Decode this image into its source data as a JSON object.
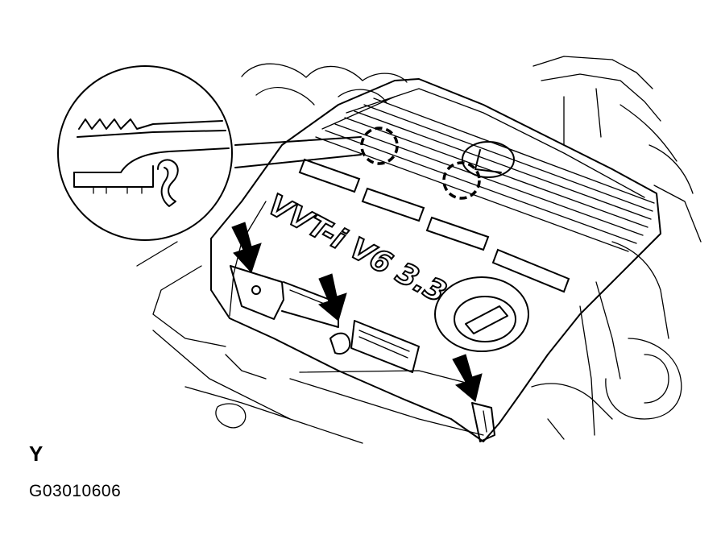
{
  "figure": {
    "view_label": "Y",
    "figure_code": "G03010606",
    "cover_emblem_text": "VVT-i V6 3.3",
    "callout_count": 2,
    "arrow_count": 3
  }
}
